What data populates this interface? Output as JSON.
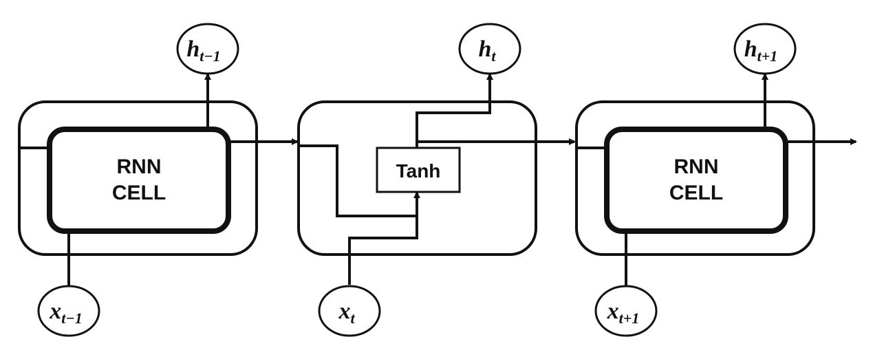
{
  "cells": {
    "prev": {
      "line1": "RNN",
      "line2": "CELL"
    },
    "next": {
      "line1": "RNN",
      "line2": "CELL"
    }
  },
  "tanh": {
    "label": "Tanh"
  },
  "outputs": {
    "prev": {
      "base": "h",
      "sub": "t−1"
    },
    "current": {
      "base": "h",
      "sub": "t"
    },
    "next": {
      "base": "h",
      "sub": "t+1"
    }
  },
  "inputs": {
    "prev": {
      "base": "x",
      "sub": "t−1"
    },
    "current": {
      "base": "x",
      "sub": "t"
    },
    "next": {
      "base": "x",
      "sub": "t+1"
    }
  }
}
